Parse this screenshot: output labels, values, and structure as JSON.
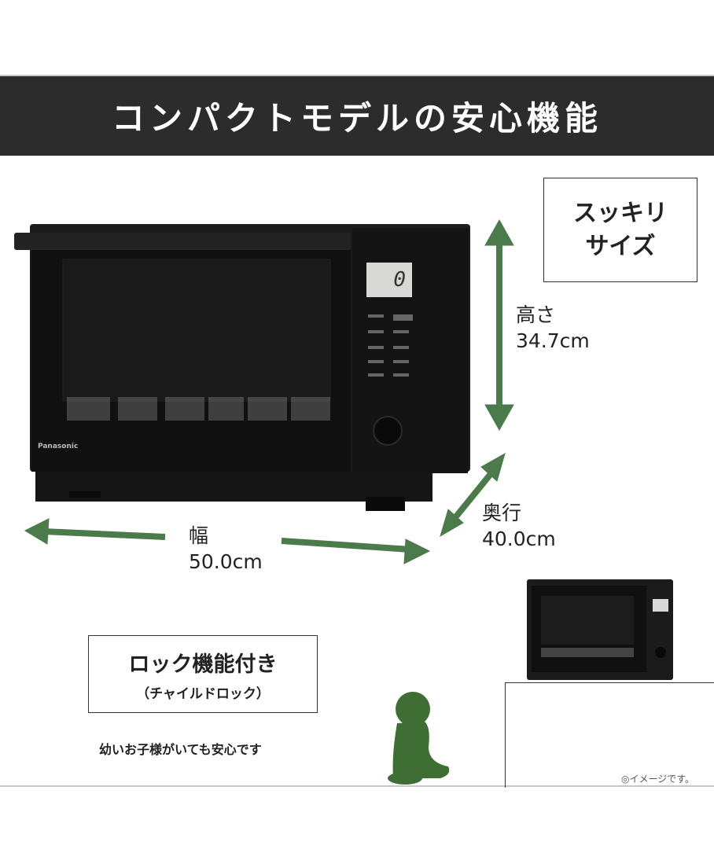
{
  "title": "コンパクトモデルの安心機能",
  "size_badge": {
    "line1": "スッキリ",
    "line2": "サイズ"
  },
  "dimensions": {
    "height": {
      "label": "高さ",
      "value": "34.7cm"
    },
    "width": {
      "label": "幅",
      "value": "50.0cm"
    },
    "depth": {
      "label": "奥行",
      "value": "40.0cm"
    }
  },
  "lock_feature": {
    "title": "ロック機能付き",
    "subtitle": "（チャイルドロック）"
  },
  "note": "幼いお子様がいても安心です",
  "image_credit": "◎イメージです。",
  "microwave": {
    "display": "0",
    "brand": "Panasonic"
  },
  "colors": {
    "arrow": "#4b7b4a",
    "title_bar": "#2c2c2c",
    "baby": "#3f6e34"
  }
}
